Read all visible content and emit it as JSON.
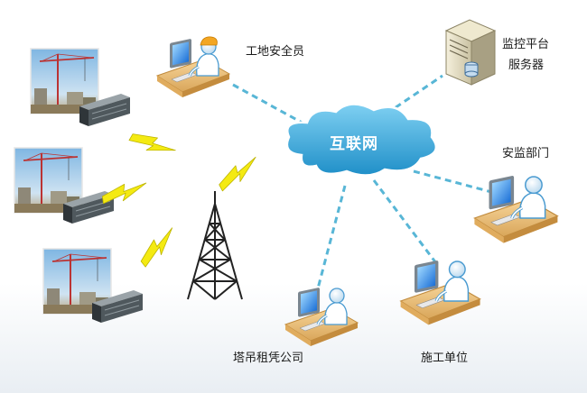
{
  "nodes": {
    "internet": "互联网",
    "safety_officer": "工地安全员",
    "server_line1": "监控平台",
    "server_line2": "服务器",
    "safety_dept": "安监部门",
    "crane_rental": "塔吊租凭公司",
    "construction_unit": "施工单位"
  },
  "colors": {
    "cloud": "#3aa8dc",
    "link": "#58b6d6",
    "lightning": "#f1e813",
    "tower": "#222222"
  }
}
